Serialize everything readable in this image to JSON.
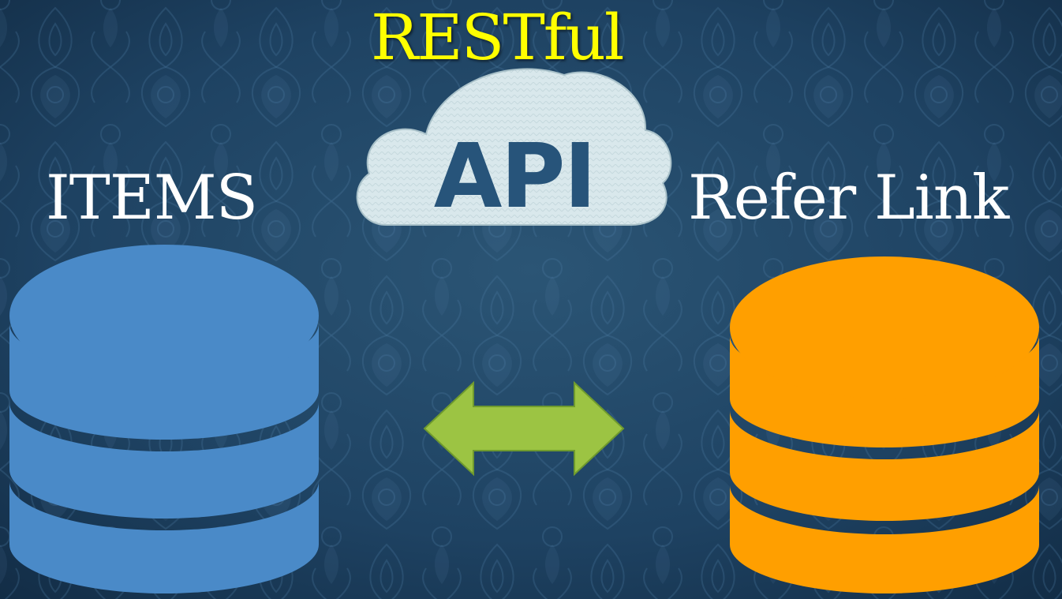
{
  "cloud": {
    "api_label": "API",
    "title": "RESTful"
  },
  "left_database": {
    "label": "ITEMS",
    "color": "#4a8ac8"
  },
  "right_database": {
    "label": "Refer Link",
    "color": "#ff9f00"
  },
  "connector": {
    "icon": "double-arrow-icon",
    "color": "#9cc443"
  },
  "colors": {
    "background": "#1d3f5c",
    "title": "#ffff00",
    "label": "#ffffff"
  }
}
